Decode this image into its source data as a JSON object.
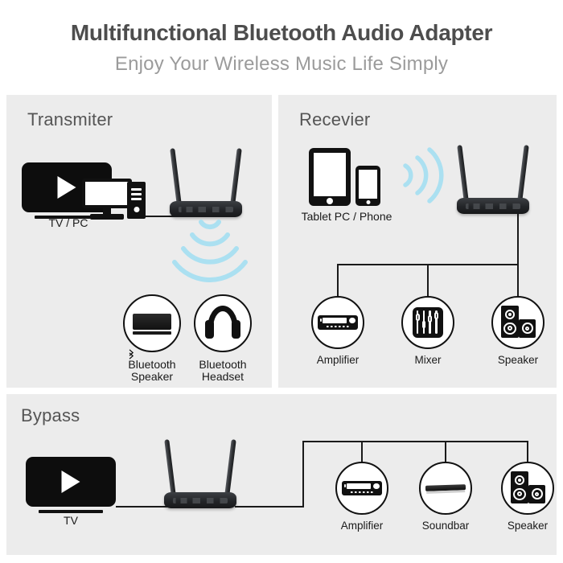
{
  "header": {
    "title": "Multifunctional Bluetooth Audio Adapter",
    "subtitle": "Enjoy Your Wireless Music Life Simply"
  },
  "colors": {
    "page_background": "#ffffff",
    "panel_background": "#ececec",
    "title_text": "#4d4d4d",
    "subtitle_text": "#9b9b9b",
    "panel_title_text": "#555555",
    "caption_text": "#1a1a1a",
    "device_black": "#111111",
    "wire": "#1a1a1a",
    "bluetooth_wave": "#9fdcef"
  },
  "panels": [
    {
      "id": "transmitter",
      "title": "Transmiter",
      "source": {
        "caption": "TV / PC",
        "devices": [
          "tv-icon",
          "monitor-icon",
          "pc-tower-icon"
        ]
      },
      "wireless": true,
      "outputs": [
        {
          "label": "Bluetooth\nSpeaker",
          "icon": "bluetooth-speaker-icon"
        },
        {
          "label": "Bluetooth\nHeadset",
          "icon": "bluetooth-headset-icon"
        }
      ]
    },
    {
      "id": "receiver",
      "title": "Recevier",
      "source": {
        "caption": "Tablet PC / Phone",
        "devices": [
          "tablet-icon",
          "phone-icon"
        ]
      },
      "wireless": true,
      "outputs": [
        {
          "label": "Amplifier",
          "icon": "amplifier-icon"
        },
        {
          "label": "Mixer",
          "icon": "mixer-icon"
        },
        {
          "label": "Speaker",
          "icon": "speaker-icon"
        }
      ]
    },
    {
      "id": "bypass",
      "title": "Bypass",
      "source": {
        "caption": "TV",
        "devices": [
          "tv-icon"
        ]
      },
      "wireless": false,
      "outputs": [
        {
          "label": "Amplifier",
          "icon": "amplifier-icon"
        },
        {
          "label": "Soundbar",
          "icon": "soundbar-icon"
        },
        {
          "label": "Speaker",
          "icon": "speaker-icon"
        }
      ]
    }
  ],
  "device": {
    "name": "bluetooth-audio-adapter",
    "antennas": 2
  }
}
